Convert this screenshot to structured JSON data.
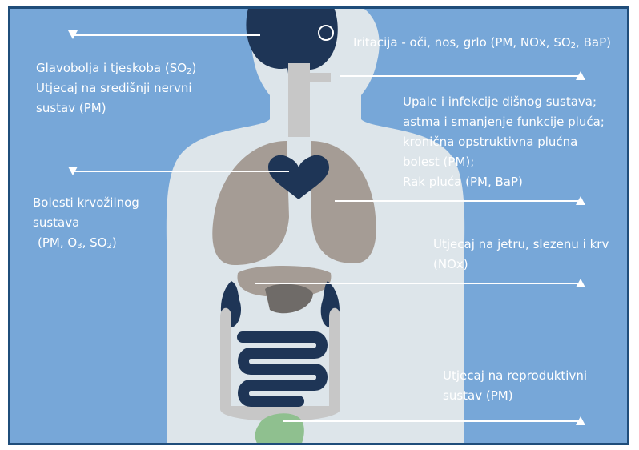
{
  "colors": {
    "background": "#77a7d8",
    "silhouette": "#dde5ea",
    "organ_dark": "#1e3556",
    "organ_gray": "#a59c95",
    "organ_light": "#c7c7c7",
    "pointer": "#ffffff",
    "label_text": "#ffffff",
    "frame": "#1f4d7a"
  },
  "labels": {
    "head": {
      "line1": "Glavobolja i tjeskoba (SO",
      "line1_sub": "2",
      "line1_end": ")",
      "line2": "Utjecaj na središnji nervni",
      "line3": "sustav (PM)"
    },
    "irritation": {
      "text": "Iritacija - oči, nos, grlo (PM, NOx, SO",
      "sub": "2",
      "end": ", BaP)"
    },
    "respiratory": {
      "line1": "Upale i infekcije dišnog sustava;",
      "line2": "astma i smanjenje funkcije pluća;",
      "line3": "kronična opstruktivna plućna",
      "line4": "bolest (PM);",
      "line5": "Rak pluća (PM, BaP)"
    },
    "cardio": {
      "line1": "Bolesti krvožilnog",
      "line2": "sustava",
      "line3_a": "(PM, O",
      "line3_sub1": "3",
      "line3_b": ", SO",
      "line3_sub2": "2",
      "line3_c": ")"
    },
    "liver": {
      "line1": "Utjecaj na jetru, slezenu i krv",
      "line2": "(NOx)"
    },
    "reproductive": {
      "line1": "Utjecaj na reproduktivni",
      "line2": "sustav  (PM)"
    }
  }
}
